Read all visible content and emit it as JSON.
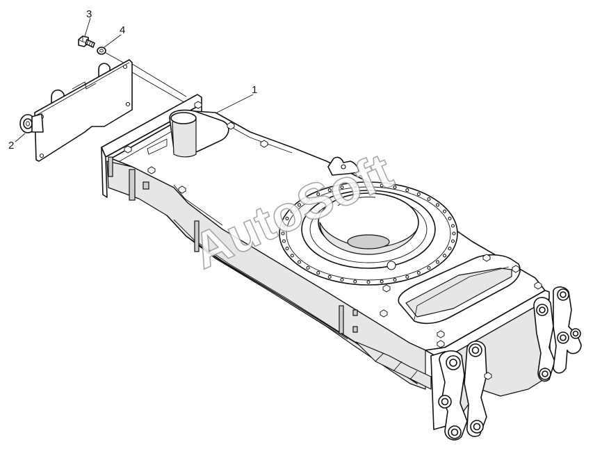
{
  "callouts": [
    {
      "id": "1",
      "label": "1"
    },
    {
      "id": "2",
      "label": "2"
    },
    {
      "id": "3",
      "label": "3"
    },
    {
      "id": "4",
      "label": "4"
    }
  ],
  "watermark": "AutoSoft",
  "colors": {
    "line": "#111111",
    "background": "#ffffff",
    "watermark_outline": "#9a9a9a"
  }
}
